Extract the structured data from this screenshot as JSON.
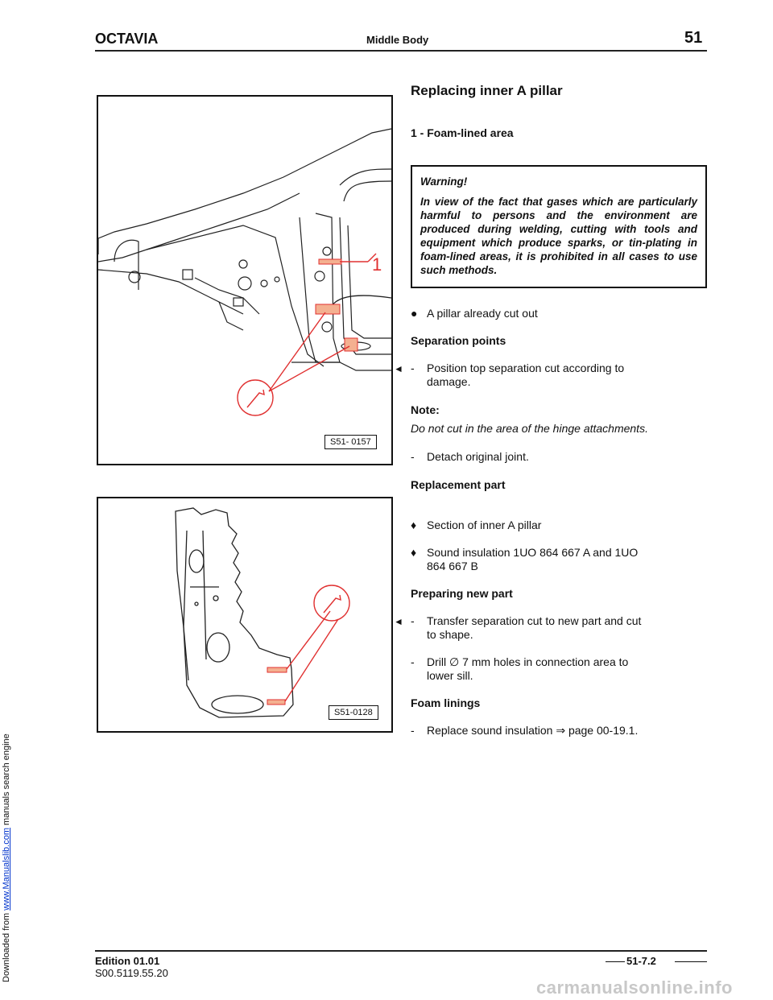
{
  "header": {
    "model": "OCTAVIA",
    "section": "Middle Body",
    "page_number": "51"
  },
  "side_note": {
    "prefix": "Downloaded from",
    "link": "www.Manualslib.com",
    "suffix": "manuals search engine"
  },
  "figures": [
    {
      "code": "S51- 0157",
      "callout": "1"
    },
    {
      "code": "S51-0128"
    }
  ],
  "content": {
    "title": "Replacing inner A pillar",
    "item1": "1 - Foam-lined area",
    "warning": {
      "heading": "Warning!",
      "text": "In view of the fact that gases which are particularly harmful to persons and the environment are produced during welding, cutting with tools and equipment which produce sparks, or tin-plating in foam-lined areas, it is prohibited in all cases to use such methods."
    },
    "bullet_dot": "●",
    "bullet_diamond": "♦",
    "dash": "-",
    "arrow": "◄",
    "a_pillar": "A pillar already cut out",
    "separation_heading": "Separation points",
    "separation_step": "Position top separation cut according to damage.",
    "note_label": "Note:",
    "note_text": "Do not cut in the area of the hinge attachments.",
    "detach_step": "Detach original joint.",
    "replacement_heading": "Replacement part",
    "replacement_items": [
      "Section of inner A pillar",
      "Sound insulation 1UO 864 667 A and 1UO 864 667 B"
    ],
    "preparing_heading": "Preparing new part",
    "preparing_steps": [
      "Transfer separation cut to new part and cut to shape.",
      "Drill ∅ 7 mm holes in connection area to lower sill."
    ],
    "foam_heading": "Foam linings",
    "foam_step": "Replace sound insulation ⇒ page 00-19.1."
  },
  "footer": {
    "edition": "Edition 01.01",
    "doc_number": "S00.5119.55.20",
    "page_ref": "51-7.2"
  },
  "watermark": "carmanualsonline.info",
  "colors": {
    "callout_red": "#e03030",
    "highlight": "#f4b090"
  }
}
